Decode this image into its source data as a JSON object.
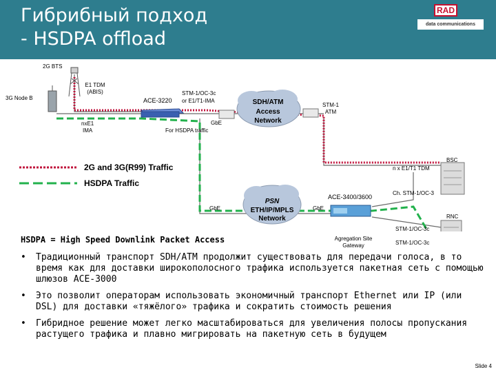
{
  "header": {
    "title_line1": "Гибрибный подход",
    "title_line2": "- HSDPA offload",
    "logo": {
      "brand": "RAD",
      "tagline": "data communications"
    }
  },
  "diagram": {
    "bts_label": "2G BTS",
    "nodeb_label": "3G Node B",
    "e1_tdm_label": "E1 TDM",
    "abis_label": "(ABIS)",
    "nxe1_label": "nxE1",
    "ima_label": "IMA",
    "ace3220_label": "ACE-3220",
    "stm_oc3_label": "STM-1/OC-3c",
    "e1t1_ima_label": "or E1/T1-IMA",
    "gbe_label_top": "GbE",
    "hsdpa_traffic_label": "For HSDPA traffic",
    "sdh_cloud": {
      "line1": "SDH/ATM",
      "line2": "Access",
      "line3": "Network"
    },
    "stm1_atm_label": "STM-1",
    "atm_label": "ATM",
    "bsc_label": "BSC",
    "n_e1t1_tdm_label": "n x E1/T1 TDM",
    "ch_stm_label": "Ch. STM-1/OC-3",
    "ace3400_label": "ACE-3400/3600",
    "psn_cloud": {
      "line1": "PSN",
      "line2": "ETH/IP/MPLS",
      "line3": "Network"
    },
    "gbe_label_left": "GbE",
    "gbe_label_right": "GbE",
    "rnc_label": "RNC",
    "stm_oc3c_label_a": "STM-1/OC-3c",
    "stm_oc3c_label_b": "STM-1/OC-3c",
    "agg_site_line1": "Agregation Site",
    "agg_site_line2": "Gateway",
    "legend": {
      "tdm": "2G and 3G(R99) Traffic",
      "hsdpa": "HSDPA Traffic"
    },
    "colors": {
      "tdm": "#c0143c",
      "hsdpa": "#22b14c",
      "link": "#6a6a6a",
      "device": "#3a5fb0"
    }
  },
  "heading": "HSDPA = High Speed Downlink Packet Access",
  "bullets": [
    "Традиционный транспорт SDH/ATM продолжит существовать для передачи голоса, в то время как для доставки широкополосного трафика используется пакетная сеть с помощью шлюзов ACE-3000",
    "Это позволит операторам использовать экономичный транспорт Ethernet или IP (или DSL) для доставки «тяжёлого» трафика и сократить стоимость решения",
    "Гибридное решение может легко масштабироваться для увеличения полосы пропускания растущего трафика и плавно мигрировать на пакетную сеть в будущем"
  ],
  "bullet_glyph": "•",
  "slide_number": "Slide 4"
}
